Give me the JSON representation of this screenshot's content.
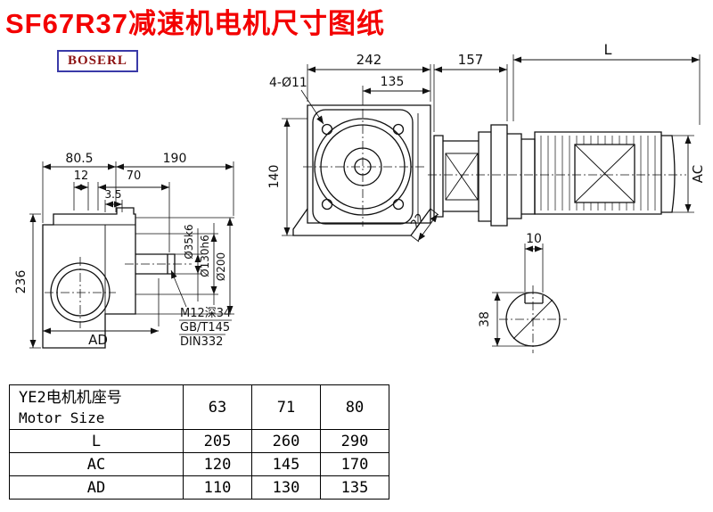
{
  "title": "SF67R37减速机电机尺寸图纸",
  "logo": "BOSERL",
  "side_view": {
    "d80_5": "80.5",
    "d190": "190",
    "d12": "12",
    "d70": "70",
    "d3_5": "3.5",
    "d236": "236",
    "dia35": "Ø35k6",
    "dia130": "Ø130h6",
    "dia200": "Ø200",
    "note1": "M12深34",
    "note2": "GB/T145",
    "note3": "DIN332",
    "dAD": "AD"
  },
  "front_view": {
    "d242": "242",
    "d135": "135",
    "holes": "4-Ø11",
    "d140": "140",
    "d22": "22"
  },
  "motor_view": {
    "d157": "157",
    "dL": "L",
    "dAC": "AC"
  },
  "shaft_view": {
    "d10": "10",
    "d38": "38"
  },
  "table": {
    "header_cn": "YE2电机机座号",
    "header_en": "Motor Size",
    "sizes": [
      "63",
      "71",
      "80"
    ],
    "rows": [
      {
        "label": "L",
        "values": [
          "205",
          "260",
          "290"
        ]
      },
      {
        "label": "AC",
        "values": [
          "120",
          "145",
          "170"
        ]
      },
      {
        "label": "AD",
        "values": [
          "110",
          "130",
          "135"
        ]
      }
    ]
  }
}
